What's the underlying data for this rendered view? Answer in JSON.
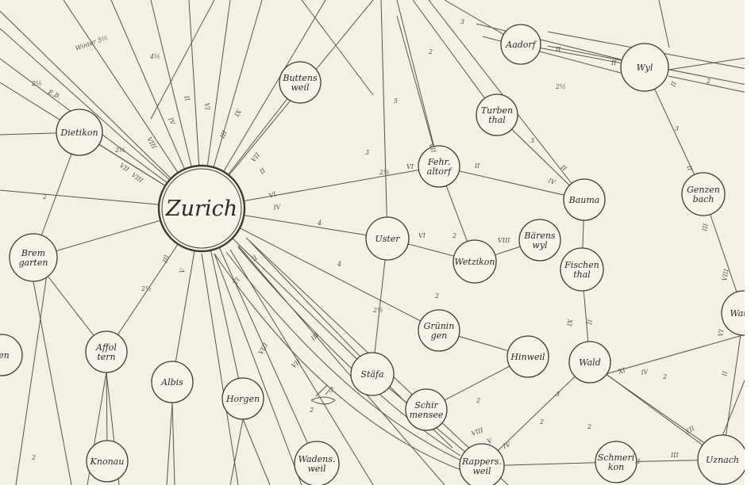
{
  "map": {
    "places": [
      {
        "id": "zurich",
        "name": "Zurich",
        "lines": [
          "Zurich"
        ]
      },
      {
        "id": "buttensweil",
        "name": "Buttens weil",
        "lines": [
          "Buttens",
          "weil"
        ]
      },
      {
        "id": "dietikon",
        "name": "Dietikon",
        "lines": [
          "Dietikon"
        ]
      },
      {
        "id": "bremgarten",
        "name": "Brem garten",
        "lines": [
          "Brem",
          "garten"
        ]
      },
      {
        "id": "affoltern",
        "name": "Affol tern",
        "lines": [
          "Affol",
          "tern"
        ]
      },
      {
        "id": "albis",
        "name": "Albis",
        "lines": [
          "Albis"
        ]
      },
      {
        "id": "horgen",
        "name": "Horgen",
        "lines": [
          "Horgen"
        ]
      },
      {
        "id": "knonau",
        "name": "Knonau",
        "lines": [
          "Knonau"
        ]
      },
      {
        "id": "wadensweil",
        "name": "Wadens. weil",
        "lines": [
          "Wadens.",
          "weil"
        ]
      },
      {
        "id": "uster",
        "name": "Uster",
        "lines": [
          "Uster"
        ]
      },
      {
        "id": "fehraltorf",
        "name": "Fehr. altorf",
        "lines": [
          "Fehr.",
          "altorf"
        ]
      },
      {
        "id": "turbenthal",
        "name": "Turben thal",
        "lines": [
          "Turben",
          "thal"
        ]
      },
      {
        "id": "aadorf",
        "name": "Aadorf",
        "lines": [
          "Aadorf"
        ]
      },
      {
        "id": "wyl",
        "name": "Wyl",
        "lines": [
          "Wyl"
        ]
      },
      {
        "id": "bauma",
        "name": "Bauma",
        "lines": [
          "Bauma"
        ]
      },
      {
        "id": "barenswyl",
        "name": "Bärens wyl",
        "lines": [
          "Bärens",
          "wyl"
        ]
      },
      {
        "id": "wetzikon",
        "name": "Wetzikon",
        "lines": [
          "Wetzikon"
        ]
      },
      {
        "id": "fischenthal",
        "name": "Fischen thal",
        "lines": [
          "Fischen",
          "thal"
        ]
      },
      {
        "id": "genzenbach",
        "name": "Genzen bach",
        "lines": [
          "Genzen",
          "bach"
        ]
      },
      {
        "id": "gruningen",
        "name": "Grünin gen",
        "lines": [
          "Grünin",
          "gen"
        ]
      },
      {
        "id": "hinweil",
        "name": "Hinweil",
        "lines": [
          "Hinweil"
        ]
      },
      {
        "id": "wald",
        "name": "Wald",
        "lines": [
          "Wald"
        ]
      },
      {
        "id": "stafa",
        "name": "Stäfa",
        "lines": [
          "Stäfa"
        ]
      },
      {
        "id": "schirmensee",
        "name": "Schir mensee",
        "lines": [
          "Schir",
          "mensee"
        ]
      },
      {
        "id": "rapperswil",
        "name": "Rappers. weil",
        "lines": [
          "Rappers.",
          "weil"
        ]
      },
      {
        "id": "schmerikon",
        "name": "Schmeri kon",
        "lines": [
          "Schmeri",
          "kon"
        ]
      },
      {
        "id": "uznach",
        "name": "Uznach",
        "lines": [
          "Uznach"
        ]
      },
      {
        "id": "wattwil",
        "name": "Wattw",
        "lines": [
          "Wattw"
        ]
      },
      {
        "id": "left-edge-place",
        "name": "zen",
        "lines": [
          "zen"
        ]
      }
    ],
    "annotations": [
      {
        "id": "winter",
        "text": "Winter 5½"
      },
      {
        "id": "eb",
        "text": "E.B."
      },
      {
        "id": "z-1",
        "text": "VIII"
      },
      {
        "id": "z-2",
        "text": "IV"
      },
      {
        "id": "z-3",
        "text": "II"
      },
      {
        "id": "z-4",
        "text": "VI"
      },
      {
        "id": "z-5",
        "text": "III"
      },
      {
        "id": "z-6",
        "text": "IX"
      },
      {
        "id": "z-7",
        "text": "VII"
      },
      {
        "id": "z-8",
        "text": "II"
      },
      {
        "id": "z-9",
        "text": "VII"
      },
      {
        "id": "z-10",
        "text": "VIII"
      },
      {
        "id": "z-11",
        "text": "VI"
      },
      {
        "id": "z-12",
        "text": "IV"
      },
      {
        "id": "z-13",
        "text": "III"
      },
      {
        "id": "z-14",
        "text": "V"
      },
      {
        "id": "u-1",
        "text": "VI"
      },
      {
        "id": "u-2",
        "text": "II"
      },
      {
        "id": "u-3",
        "text": "VIII"
      },
      {
        "id": "u-4",
        "text": "VII"
      },
      {
        "id": "u-5",
        "text": "III"
      },
      {
        "id": "u-6",
        "text": "VI"
      },
      {
        "id": "u-7",
        "text": "VIII"
      },
      {
        "id": "u-8",
        "text": "VI"
      },
      {
        "id": "u-9",
        "text": "II"
      },
      {
        "id": "u-10",
        "text": "VII"
      },
      {
        "id": "u-11",
        "text": "II"
      },
      {
        "id": "u-12",
        "text": "IV"
      },
      {
        "id": "u-13",
        "text": "IX"
      },
      {
        "id": "u-14",
        "text": "II"
      },
      {
        "id": "u-15",
        "text": "XI"
      },
      {
        "id": "u-16",
        "text": "IV"
      },
      {
        "id": "u-17",
        "text": "XII"
      },
      {
        "id": "u-18",
        "text": "VIII"
      },
      {
        "id": "u-19",
        "text": "V"
      },
      {
        "id": "u-20",
        "text": "IV"
      },
      {
        "id": "u-21",
        "text": "II"
      },
      {
        "id": "u-22",
        "text": "III"
      },
      {
        "id": "u-23",
        "text": "II"
      },
      {
        "id": "u-24",
        "text": "III"
      },
      {
        "id": "u-25",
        "text": "VIII"
      },
      {
        "id": "u-26",
        "text": "VI"
      },
      {
        "id": "u-27",
        "text": "II"
      },
      {
        "id": "u-28",
        "text": "II"
      },
      {
        "id": "u-29",
        "text": "II"
      },
      {
        "id": "u-30",
        "text": "II"
      },
      {
        "id": "n-1",
        "text": "2½"
      },
      {
        "id": "n-2",
        "text": "2½"
      },
      {
        "id": "n-3",
        "text": "4½"
      },
      {
        "id": "n-4",
        "text": "2"
      },
      {
        "id": "n-5",
        "text": "4"
      },
      {
        "id": "n-6",
        "text": "3"
      },
      {
        "id": "n-7",
        "text": "5"
      },
      {
        "id": "n-8",
        "text": "2"
      },
      {
        "id": "n-9",
        "text": "3"
      },
      {
        "id": "n-10",
        "text": "2"
      },
      {
        "id": "n-11",
        "text": "4"
      },
      {
        "id": "n-12",
        "text": "2"
      },
      {
        "id": "n-13",
        "text": "2"
      },
      {
        "id": "n-14",
        "text": "2"
      },
      {
        "id": "n-15",
        "text": "3"
      },
      {
        "id": "n-16",
        "text": "2"
      },
      {
        "id": "n-17",
        "text": "3"
      },
      {
        "id": "n-18",
        "text": "2"
      },
      {
        "id": "n-19",
        "text": "2½"
      },
      {
        "id": "n-20",
        "text": "3"
      },
      {
        "id": "n-21",
        "text": "2½"
      },
      {
        "id": "n-22",
        "text": "2½"
      },
      {
        "id": "n-23",
        "text": "2"
      },
      {
        "id": "n-24",
        "text": "2"
      },
      {
        "id": "n-25",
        "text": "2½"
      },
      {
        "id": "n-26",
        "text": "3"
      },
      {
        "id": "n-27",
        "text": "2"
      }
    ]
  }
}
